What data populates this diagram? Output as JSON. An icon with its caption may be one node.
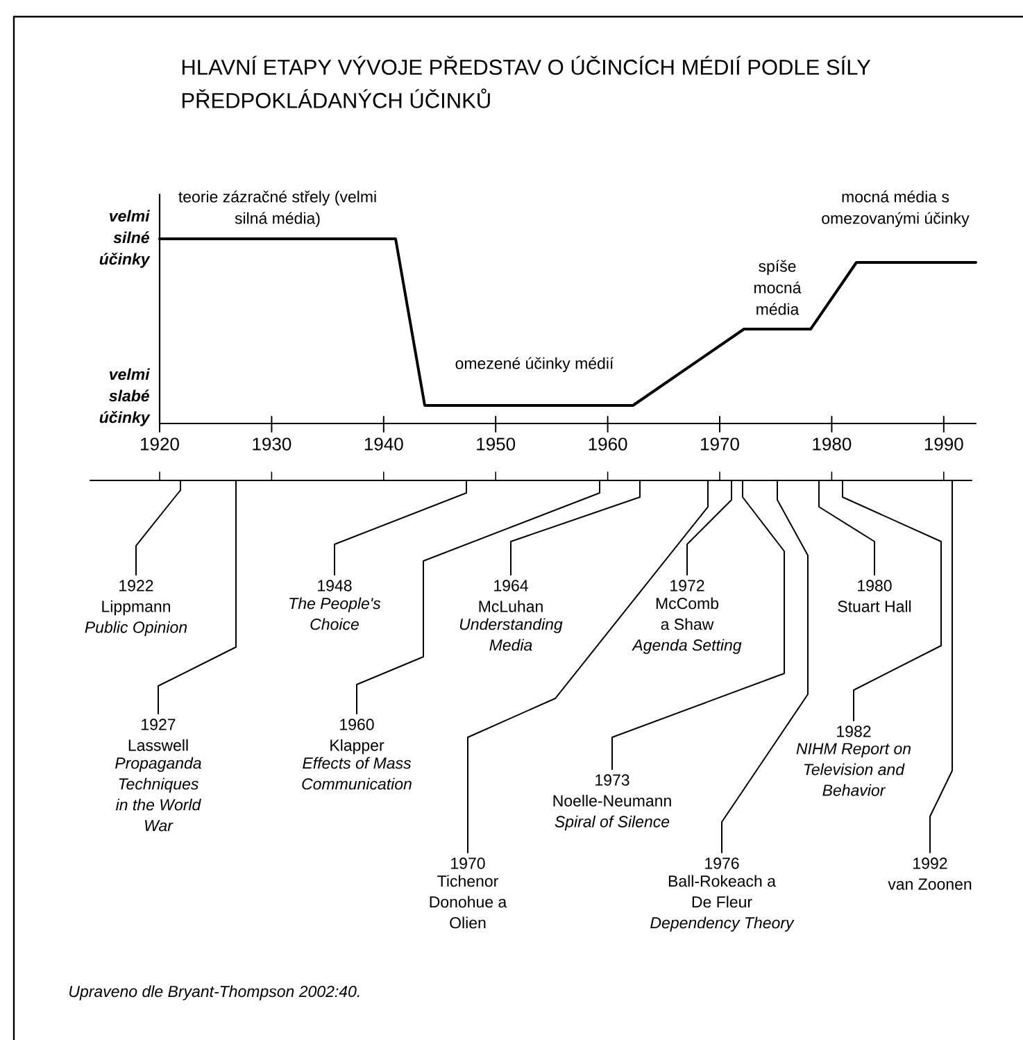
{
  "diagram": {
    "title": "HLAVNÍ ETAPY VÝVOJE PŘEDSTAV O ÚČINCÍCH MÉDIÍ PODLE SÍLY PŘEDPOKLÁDANÝCH ÚČINKŮ",
    "caption": "Upraveno dle Bryant-Thompson 2002:40.",
    "nodes": [
      {
        "text": [
          "1922",
          "Lippmann",
          "Public Opinion"
        ]
      },
      {
        "text": [
          "1927",
          "Lasswell",
          "Propaganda Techniques in the World War"
        ]
      },
      {
        "text": [
          "1948",
          "The People's Choice"
        ]
      },
      {
        "text": [
          "1960",
          "Klapper",
          "Effects of Mass Communication"
        ]
      },
      {
        "text": [
          "1964",
          "McLuhan",
          "Understanding Media"
        ]
      },
      {
        "text": [
          "1970",
          "Tichenor Donohue a Olien"
        ]
      },
      {
        "text": [
          "1972",
          "McComb a Shaw",
          "Agenda Setting"
        ]
      },
      {
        "text": [
          "1973",
          "Noelle-Neumann",
          "Spiral of Silence"
        ]
      },
      {
        "text": [
          "1976",
          "Ball-Rokeach a De Fleur",
          "Dependency Theory"
        ]
      },
      {
        "text": [
          "1980",
          "Stuart Hall"
        ]
      },
      {
        "text": [
          "1982",
          "NIHM Report on Television and Behavior"
        ]
      },
      {
        "text": [
          "1992",
          "van Zoonen"
        ]
      }
    ],
    "edges": [
      {
        "from": 0,
        "to": null,
        "arrow": "none"
      },
      {
        "from": 1,
        "to": null,
        "arrow": "none"
      },
      {
        "from": 2,
        "to": null,
        "arrow": "none"
      },
      {
        "from": 3,
        "to": null,
        "arrow": "none"
      },
      {
        "from": 4,
        "to": null,
        "arrow": "none"
      },
      {
        "from": 5,
        "to": null,
        "arrow": "none"
      },
      {
        "from": 6,
        "to": null,
        "arrow": "none"
      },
      {
        "from": 7,
        "to": null,
        "arrow": "none"
      },
      {
        "from": 8,
        "to": null,
        "arrow": "none"
      },
      {
        "from": 9,
        "to": null,
        "arrow": "none"
      },
      {
        "from": 10,
        "to": null,
        "arrow": "none"
      },
      {
        "from": 11,
        "to": null,
        "arrow": "none"
      }
    ],
    "labels": [
      "teorie zázračné střely (velmi silná média)",
      "mocná média s omezovanými účinky",
      "velmi silné účinky",
      "spíše mocná média",
      "omezené účinky médií",
      "velmi slabé účinky",
      "1920",
      "1930",
      "1940",
      "1950",
      "1960",
      "1970",
      "1980",
      "1990"
    ]
  }
}
